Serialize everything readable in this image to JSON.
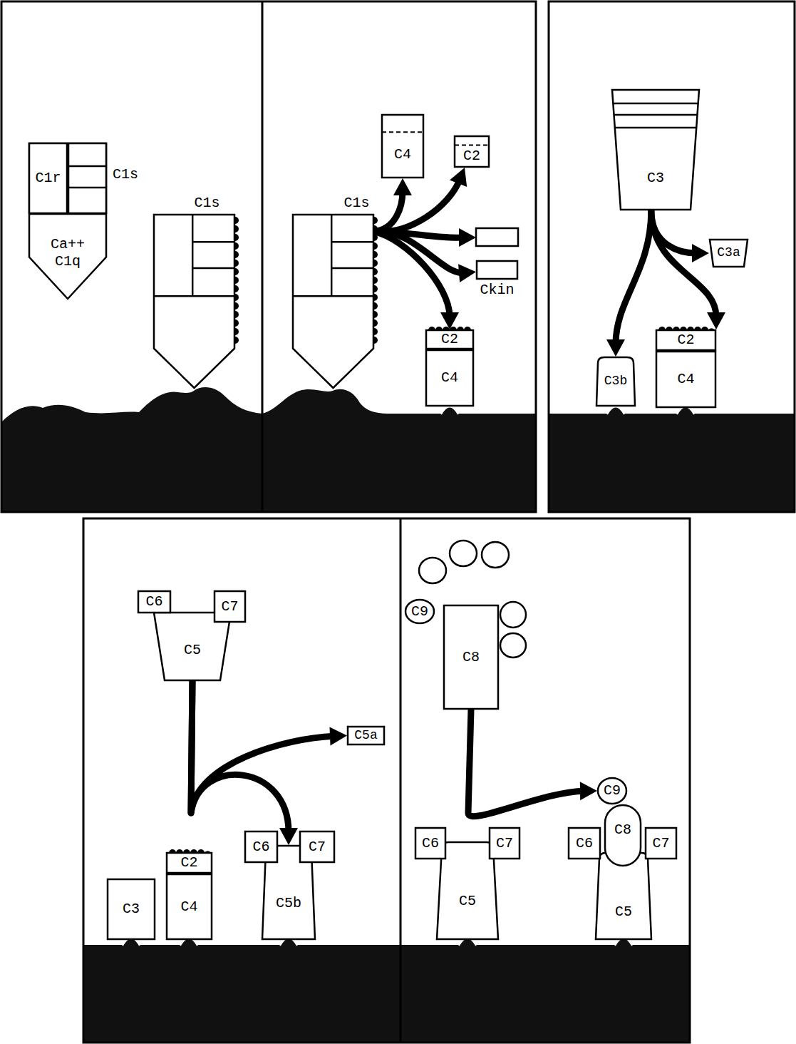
{
  "diagram": {
    "nodes": [
      {
        "text": [
          "Ca++ C1q"
        ]
      },
      {
        "text": [
          "C1r"
        ],
        "in": 0
      },
      {
        "text": [
          "C1s"
        ],
        "in": 0
      },
      {
        "text": [
          "C1s"
        ]
      },
      {
        "text": [
          "C1s"
        ]
      },
      {
        "text": [
          "C4"
        ]
      },
      {
        "text": [
          "C2"
        ]
      },
      {
        "text": [
          "Ckin"
        ]
      },
      {
        "text": [
          "C2"
        ]
      },
      {
        "text": [
          "C4"
        ]
      },
      {
        "text": [
          "C3"
        ]
      },
      {
        "text": [
          "C3a"
        ]
      },
      {
        "text": [
          "C3b"
        ]
      },
      {
        "text": [
          "C2"
        ]
      },
      {
        "text": [
          "C4"
        ]
      },
      {
        "text": [
          "C6"
        ]
      },
      {
        "text": [
          "C7"
        ]
      },
      {
        "text": [
          "C5"
        ]
      },
      {
        "text": [
          "C5a"
        ]
      },
      {
        "text": [
          "C3"
        ]
      },
      {
        "text": [
          "C2"
        ]
      },
      {
        "text": [
          "C4"
        ]
      },
      {
        "text": [
          "C6"
        ]
      },
      {
        "text": [
          "C7"
        ]
      },
      {
        "text": [
          "C5b"
        ]
      },
      {
        "text": [
          "C9"
        ]
      },
      {
        "text": [
          "C8"
        ]
      },
      {
        "text": [
          "C6"
        ]
      },
      {
        "text": [
          "C5"
        ]
      },
      {
        "text": [
          "C7"
        ]
      },
      {
        "text": [
          "C6"
        ]
      },
      {
        "text": [
          "C8"
        ]
      },
      {
        "text": [
          "C9"
        ]
      },
      {
        "text": [
          "C7"
        ]
      },
      {
        "text": [
          "C5"
        ]
      }
    ],
    "edges": [
      {
        "from": 4,
        "to": 5,
        "arrow": "to"
      },
      {
        "from": 4,
        "to": 6,
        "arrow": "to"
      },
      {
        "from": 4,
        "to": 7,
        "arrow": "to"
      },
      {
        "from": 4,
        "to": 8,
        "arrow": "to"
      },
      {
        "from": 10,
        "to": 11,
        "arrow": "to"
      },
      {
        "from": 10,
        "to": 12,
        "arrow": "to"
      },
      {
        "from": 10,
        "to": 13,
        "arrow": "to"
      },
      {
        "from": 17,
        "to": 18,
        "arrow": "to"
      },
      {
        "from": 17,
        "to": 24,
        "arrow": "to"
      },
      {
        "from": 26,
        "to": 32,
        "arrow": "to"
      }
    ]
  }
}
